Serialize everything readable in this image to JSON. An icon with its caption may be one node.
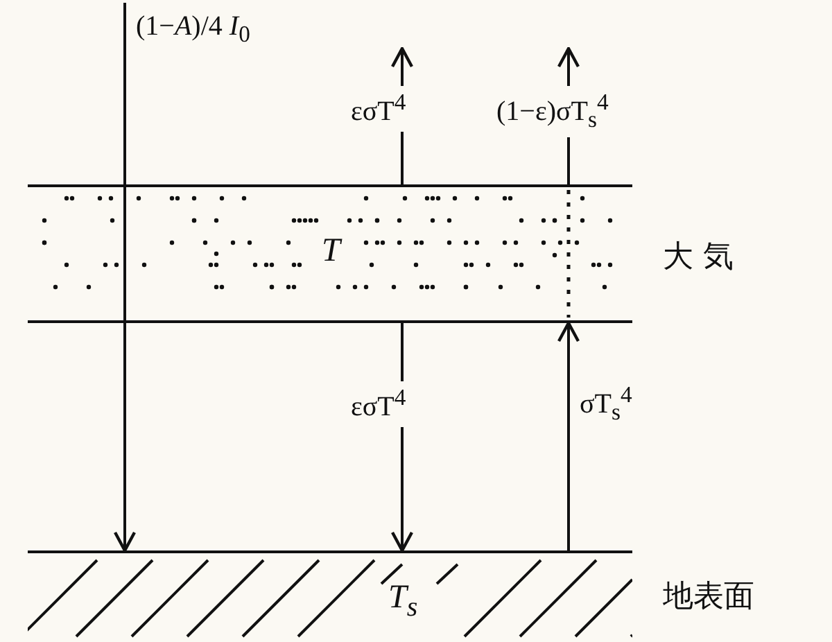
{
  "diagram": {
    "nodes": [
      {
        "text": [
          "T"
        ],
        "beside": [
          "大 気"
        ]
      },
      {
        "text": [
          "T$_{s}$"
        ],
        "beside": [
          "地表面"
        ]
      }
    ],
    "edges": [
      {
        "from": null,
        "to": 1,
        "arrow": "to",
        "label": "(1−*A*)/4 *I*$_{0}$"
      },
      {
        "from": 0,
        "to": null,
        "arrow": "to",
        "label": "εσT$^{4}$"
      },
      {
        "from": 0,
        "to": null,
        "arrow": "to",
        "label": "(1−ε)σT$_{s}$$^{4}$"
      },
      {
        "from": 0,
        "to": 1,
        "arrow": "to",
        "label": "εσT$^{4}$"
      },
      {
        "from": 1,
        "to": 0,
        "arrow": "to",
        "label": "σT$_{s}$$^{4}$"
      }
    ]
  }
}
